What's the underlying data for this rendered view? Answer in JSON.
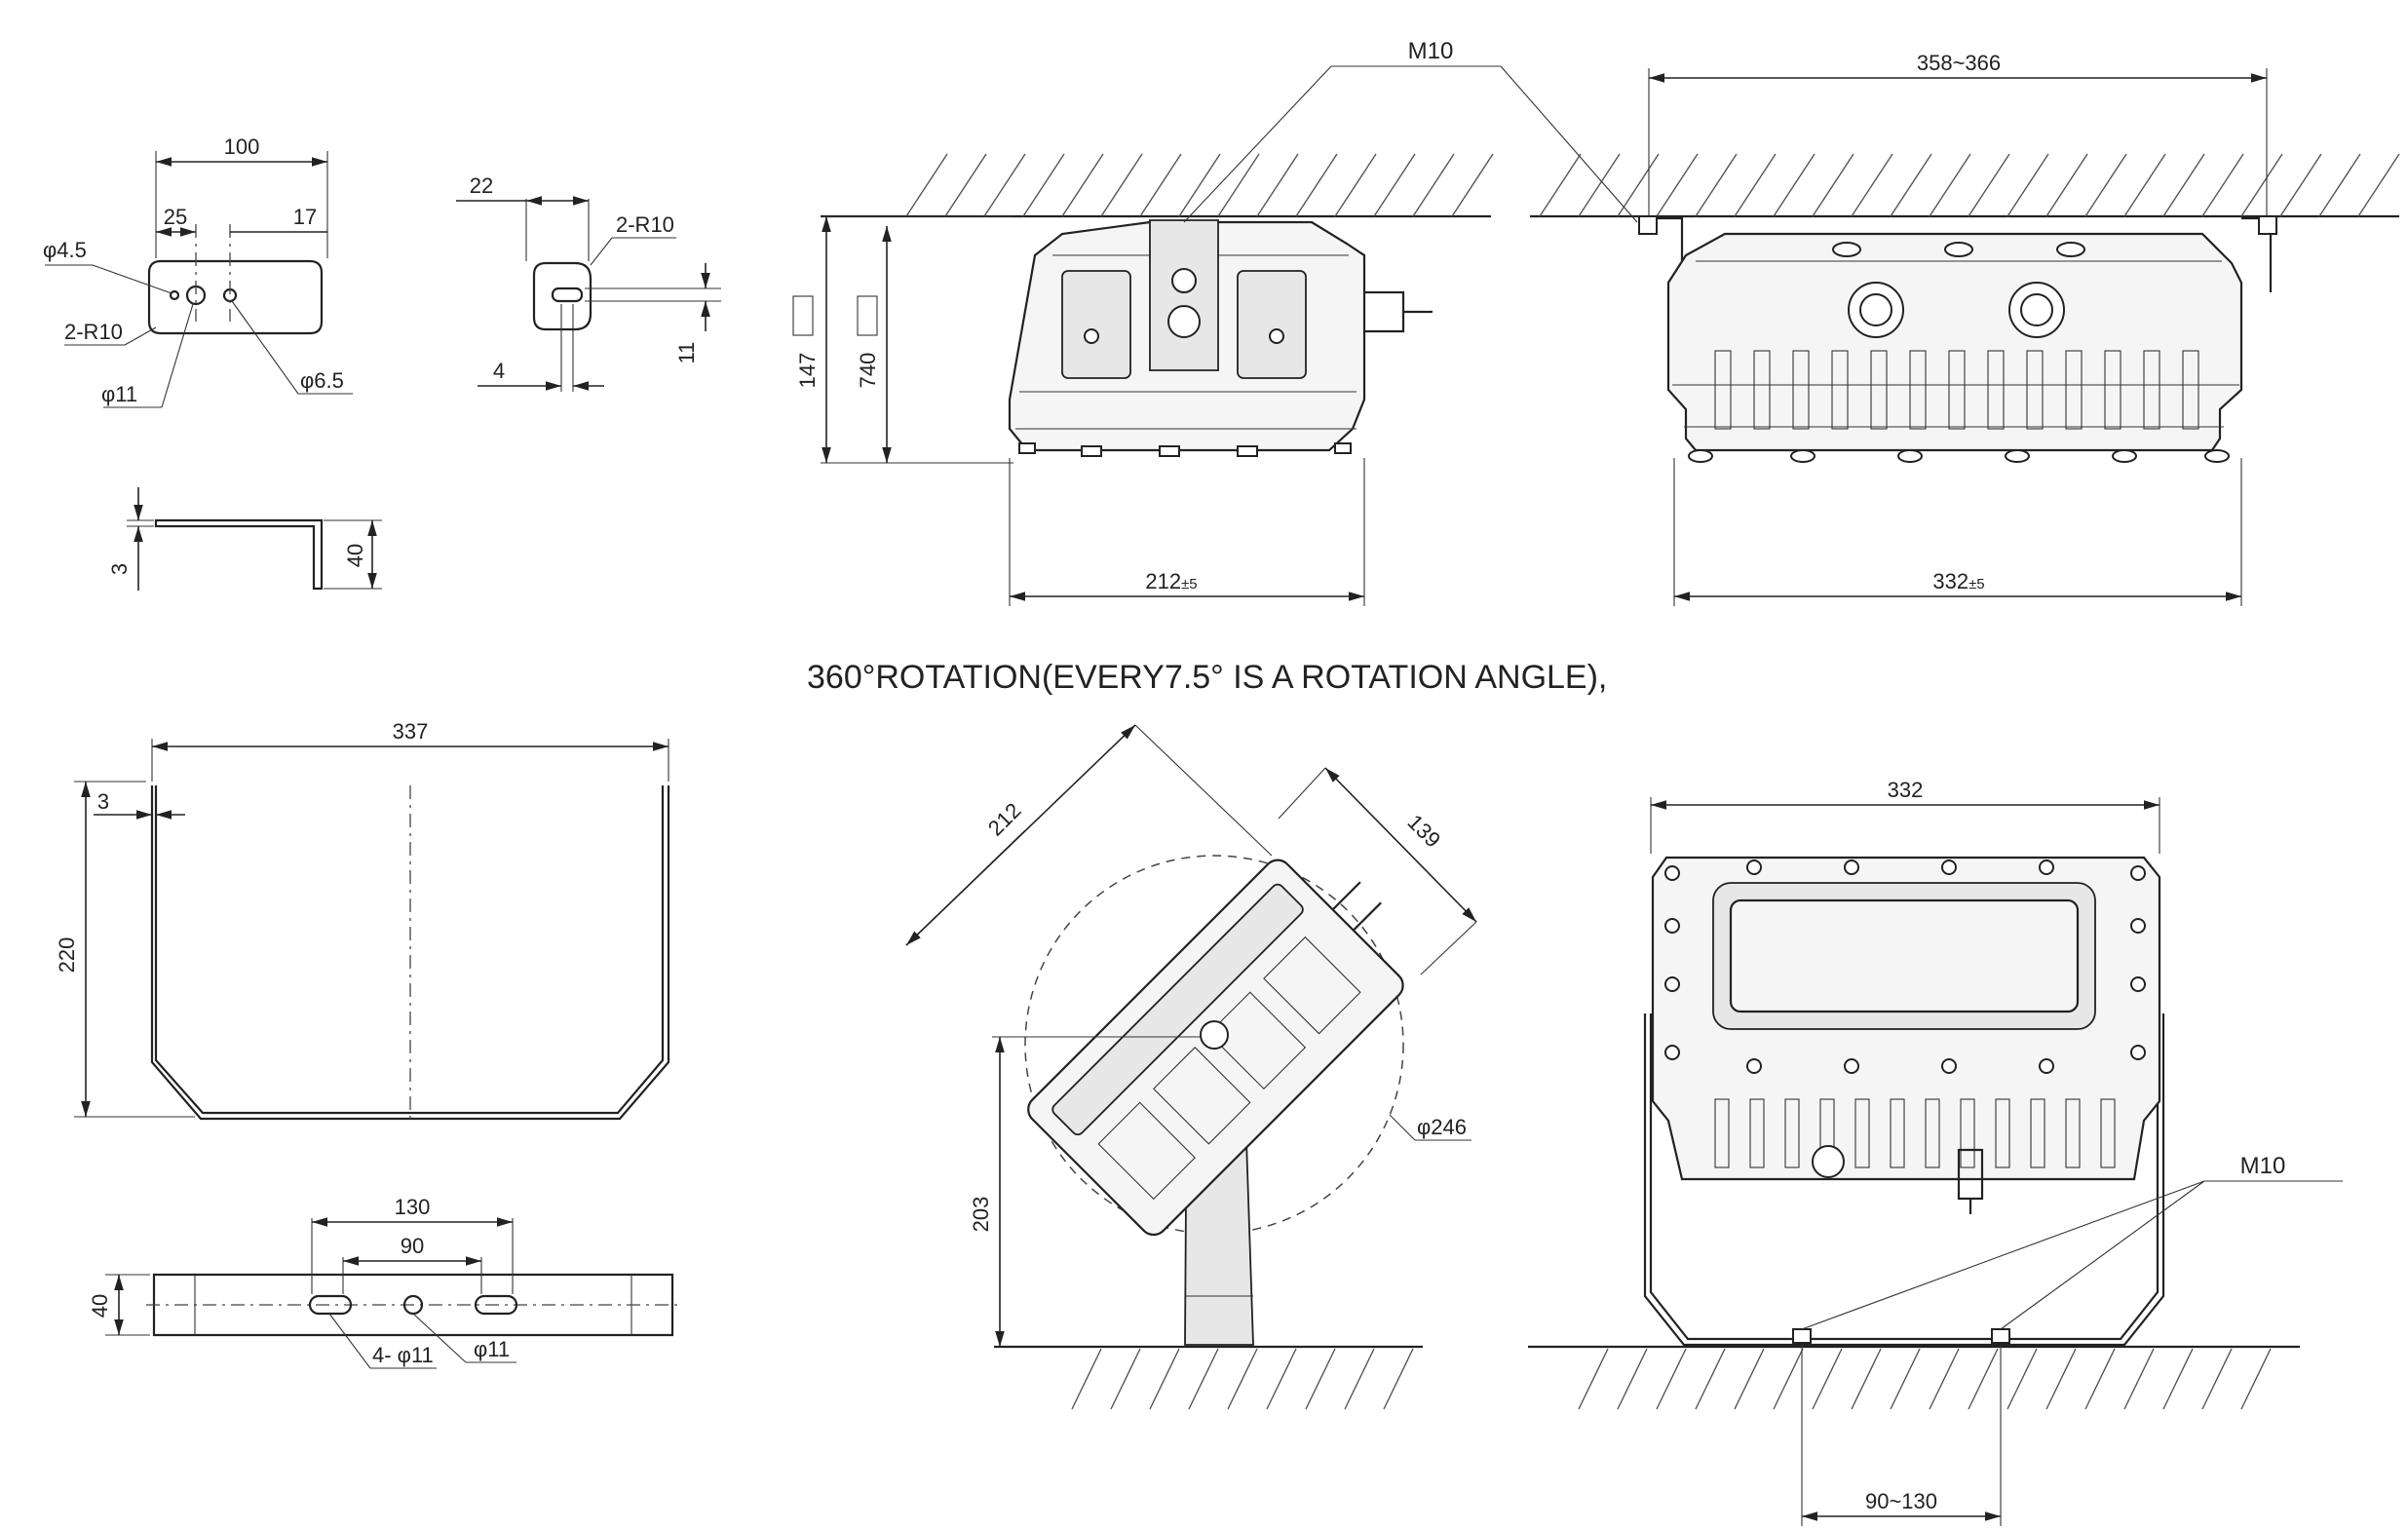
{
  "bracket_detail": {
    "top_view": {
      "dim_length": "100",
      "dim_left": "25",
      "dim_right": "17",
      "label_small_hole": "φ4.5",
      "label_radius": "2-R10",
      "label_hole_11": "φ11",
      "label_hole_6_5": "φ6.5"
    },
    "end_view": {
      "dim_width": "22",
      "label_radius": "2-R10",
      "dim_slot": "4",
      "dim_height": "11"
    },
    "side_view": {
      "dim_thickness": "3",
      "dim_height": "40"
    }
  },
  "ceiling_side_view": {
    "label_bolt": "M10",
    "dim_height_outer": "147",
    "dim_height_inner": "740",
    "dim_depth": "212",
    "dim_depth_tol": "±5"
  },
  "ceiling_front_view": {
    "dim_span": "358~366",
    "dim_width": "332",
    "dim_width_tol": "±5"
  },
  "rotation_note": "360°ROTATION(EVERY7.5° IS A ROTATION ANGLE),",
  "u_bracket": {
    "front": {
      "dim_width": "337",
      "dim_thickness": "3",
      "dim_height": "220"
    },
    "bottom": {
      "dim_outer_spacing": "130",
      "dim_inner_spacing": "90",
      "dim_height": "40",
      "label_slots": "4- φ11",
      "label_center_hole": "φ11"
    }
  },
  "tilted_view": {
    "dim_length": "212",
    "dim_depth": "139",
    "label_swing_diameter": "φ246",
    "dim_pivot_height": "203"
  },
  "floor_front_view": {
    "dim_width": "332",
    "label_bolt": "M10",
    "dim_mount_spacing": "90~130"
  }
}
